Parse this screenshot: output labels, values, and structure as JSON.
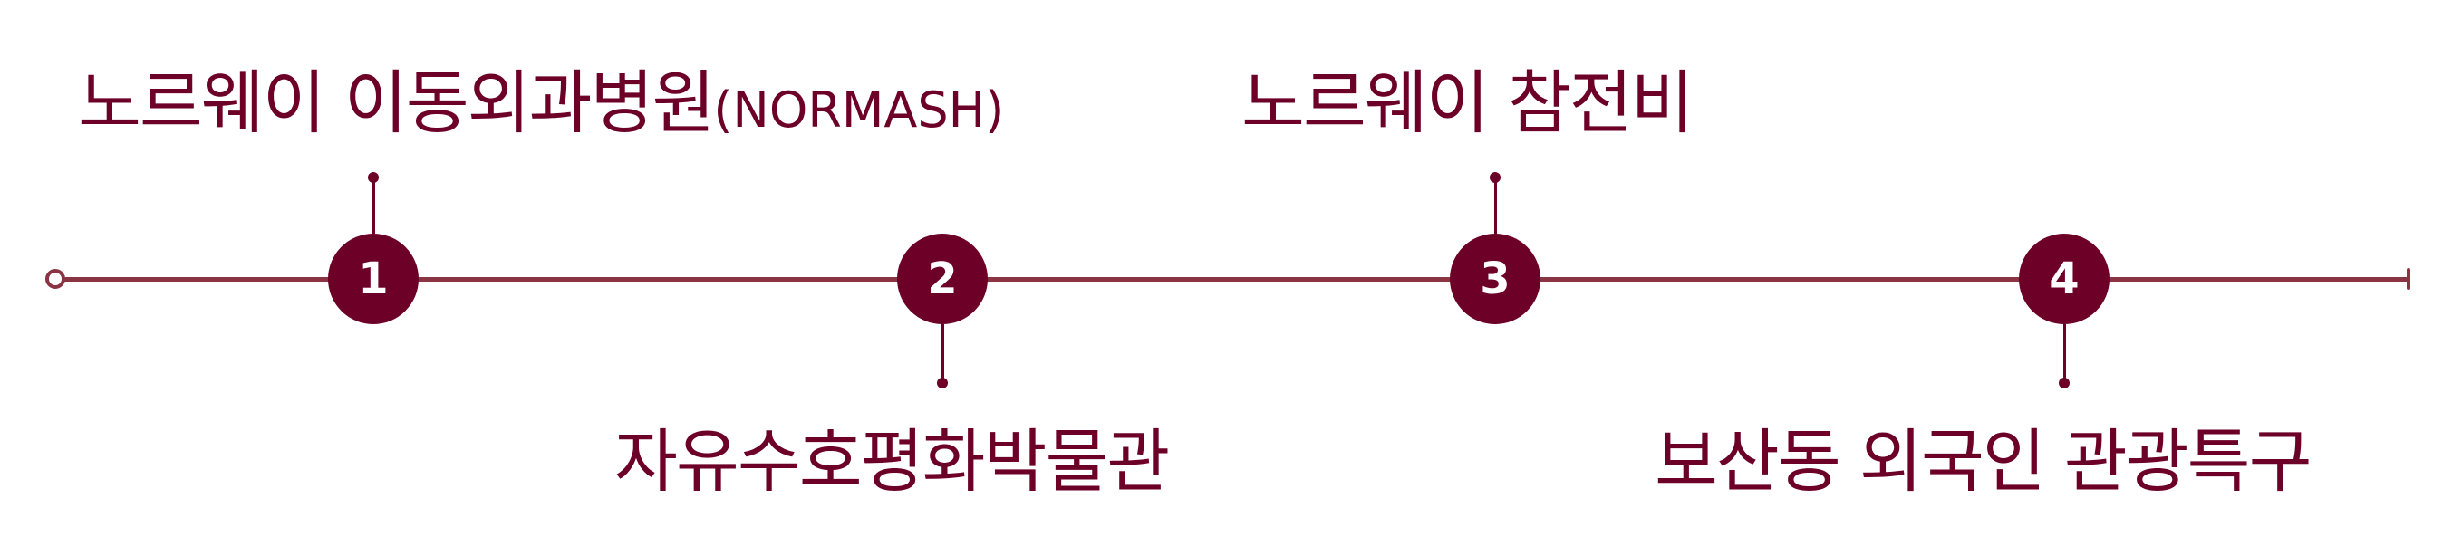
{
  "colors": {
    "primary": "#6d0026",
    "line": "#8a3444",
    "marker_text": "#ffffff",
    "background": "#ffffff"
  },
  "timeline": {
    "start_icon": "open-circle",
    "end_icon": "end-tick",
    "stops": [
      {
        "number": "1",
        "label": "노르웨이 이동외과병원",
        "label_suffix": "(NORMASH)",
        "position": "top"
      },
      {
        "number": "2",
        "label": "자유수호평화박물관",
        "label_suffix": "",
        "position": "bottom"
      },
      {
        "number": "3",
        "label": "노르웨이 참전비",
        "label_suffix": "",
        "position": "top"
      },
      {
        "number": "4",
        "label": "보산동 외국인 관광특구",
        "label_suffix": "",
        "position": "bottom"
      }
    ]
  }
}
